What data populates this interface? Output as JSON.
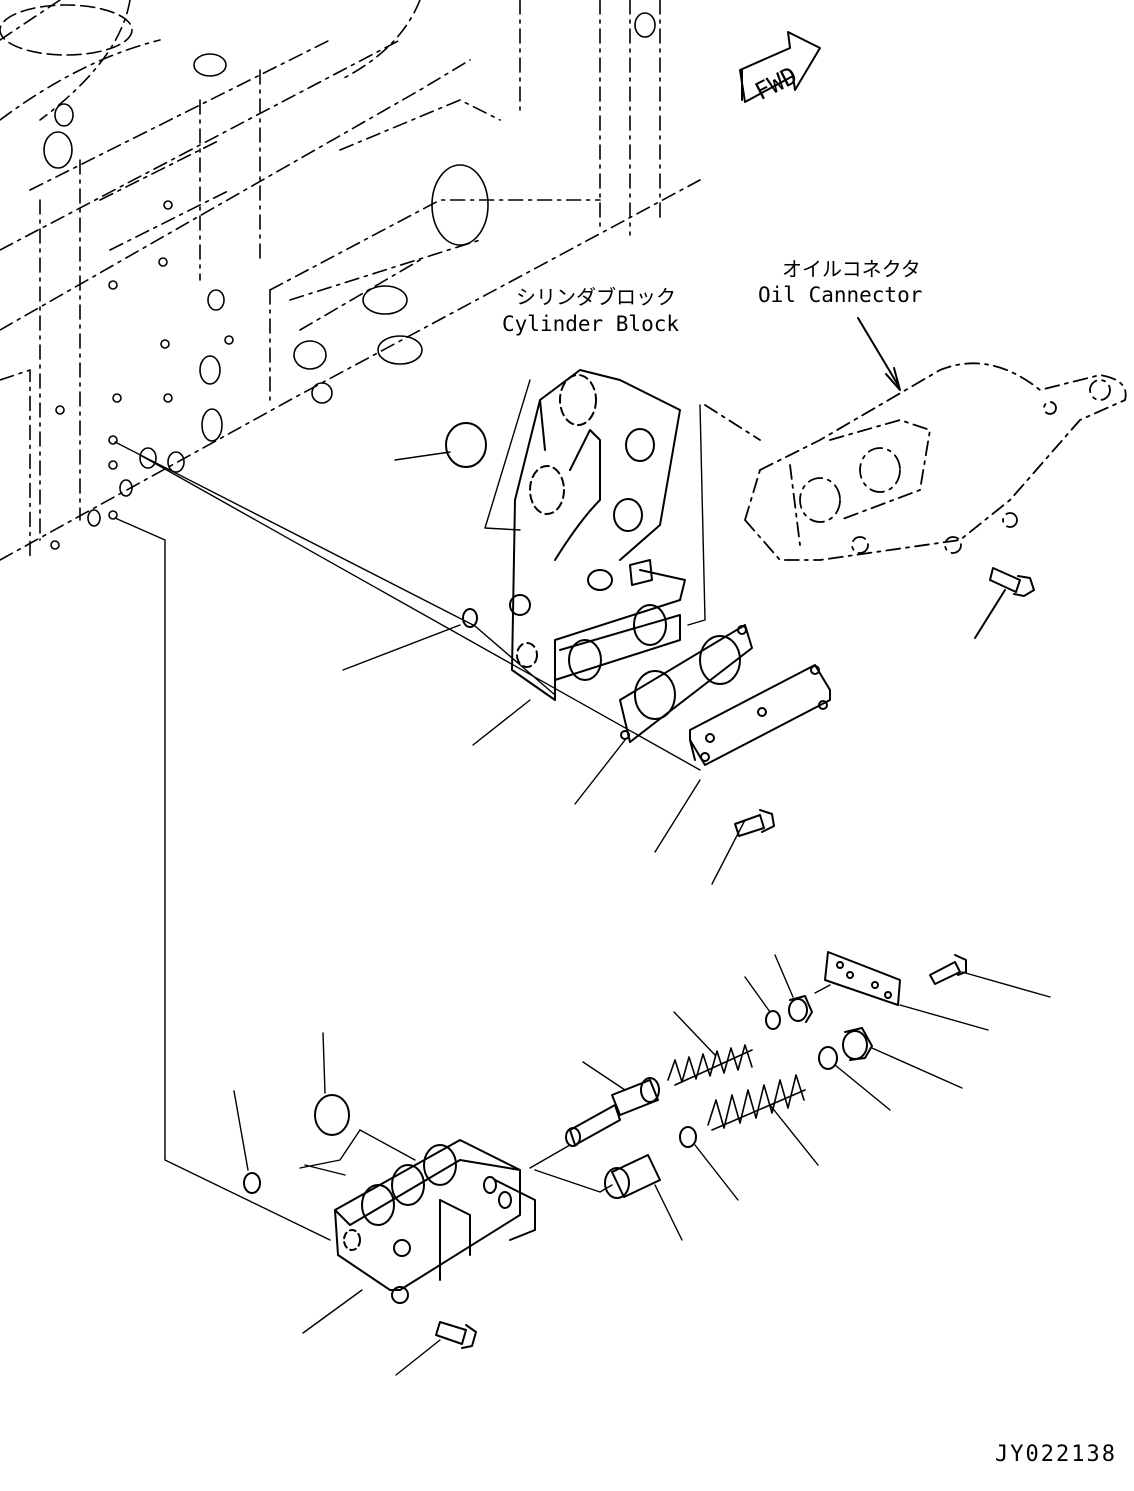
{
  "diagram": {
    "direction_marker": "FWD",
    "labels": {
      "cylinder_block_jp": "シリンダブロック",
      "cylinder_block_en": "Cylinder Block",
      "oil_connector_jp": "オイルコネクタ",
      "oil_connector_en": "Oil Cannector"
    },
    "drawing_number": "JY022138"
  }
}
